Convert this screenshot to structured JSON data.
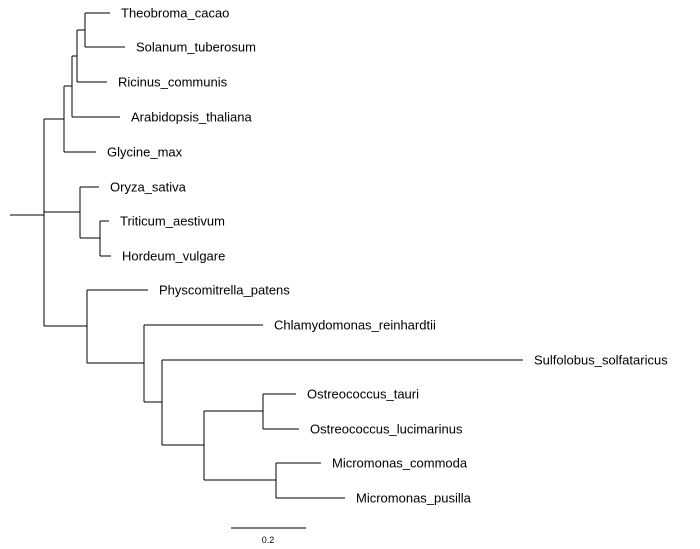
{
  "colors": {
    "branch": "#000000",
    "text": "#000000",
    "background": "#ffffff"
  },
  "scale_bar": {
    "label": "0.2"
  },
  "taxa": [
    {
      "key": "theobroma",
      "label": "Theobroma_cacao"
    },
    {
      "key": "solanum",
      "label": "Solanum_tuberosum"
    },
    {
      "key": "ricinus",
      "label": "Ricinus_communis"
    },
    {
      "key": "arabidopsis",
      "label": "Arabidopsis_thaliana"
    },
    {
      "key": "glycine",
      "label": "Glycine_max"
    },
    {
      "key": "oryza",
      "label": "Oryza_sativa"
    },
    {
      "key": "triticum",
      "label": "Triticum_aestivum"
    },
    {
      "key": "hordeum",
      "label": "Hordeum_vulgare"
    },
    {
      "key": "physcomitrella",
      "label": "Physcomitrella_patens"
    },
    {
      "key": "chlamydomonas",
      "label": "Chlamydomonas_reinhardtii"
    },
    {
      "key": "sulfolobus",
      "label": "Sulfolobus_solfataricus"
    },
    {
      "key": "ostreococcus-tauri",
      "label": "Ostreococcus_tauri"
    },
    {
      "key": "ostreococcus-lucimarinus",
      "label": "Ostreococcus_lucimarinus"
    },
    {
      "key": "micromonas-commoda",
      "label": "Micromonas_commoda"
    },
    {
      "key": "micromonas-pusilla",
      "label": "Micromonas_pusilla"
    }
  ]
}
